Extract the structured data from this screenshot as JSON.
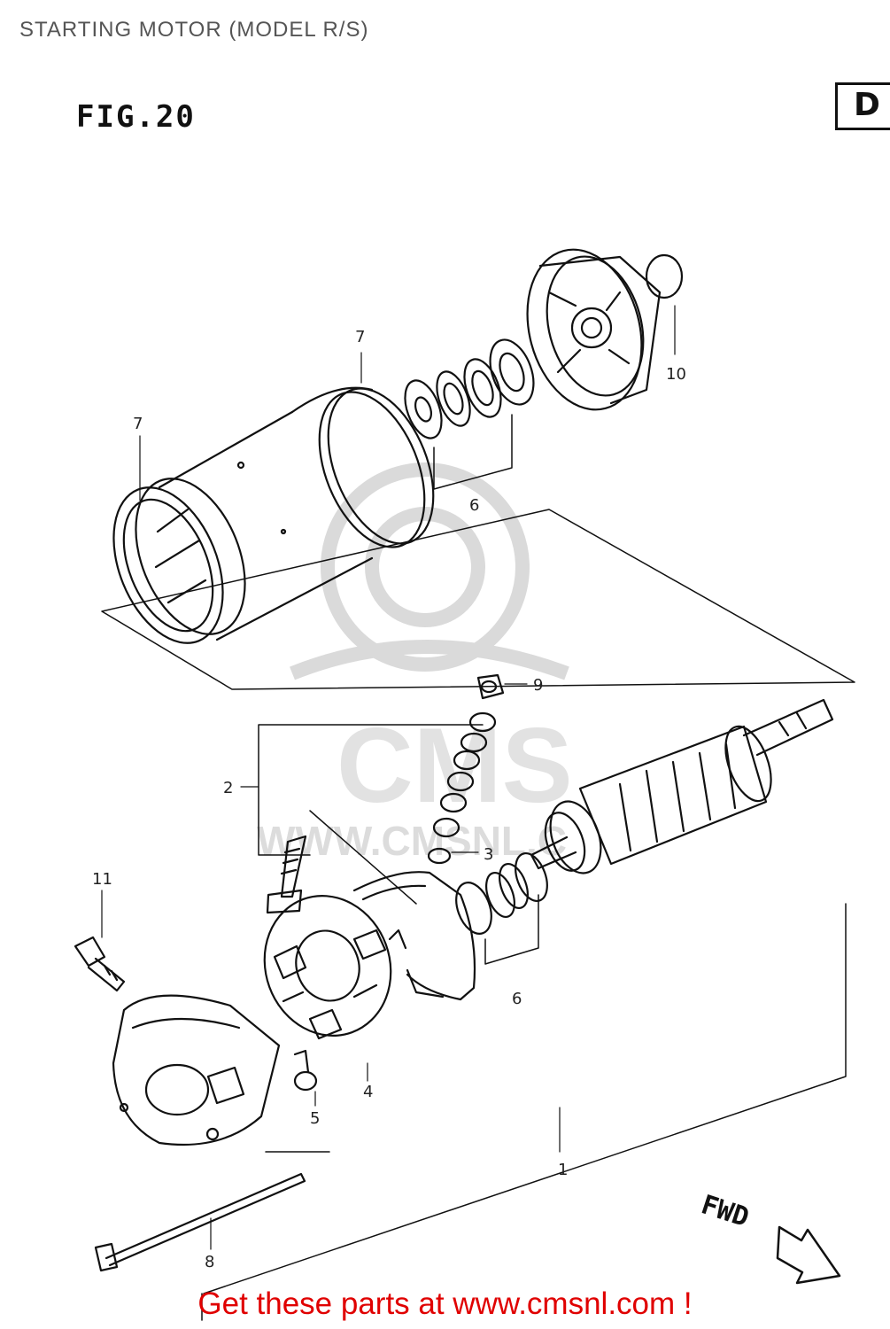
{
  "page": {
    "title": "STARTING MOTOR (MODEL R/S)",
    "figure_label": "FIG.20",
    "section_tab": "D",
    "footer_link": "Get these parts at www.cmsnl.com !"
  },
  "watermark": {
    "logo_text": "CMS",
    "url_text": "WWW.CMSNL.C"
  },
  "direction": {
    "label": "FWD"
  },
  "part_labels": [
    "1",
    "2",
    "3",
    "4",
    "5",
    "6",
    "6",
    "7",
    "7",
    "8",
    "9",
    "10",
    "11"
  ],
  "colors": {
    "footer": "#e00000",
    "ink": "#111111",
    "watermark": "#d9d9d9"
  }
}
